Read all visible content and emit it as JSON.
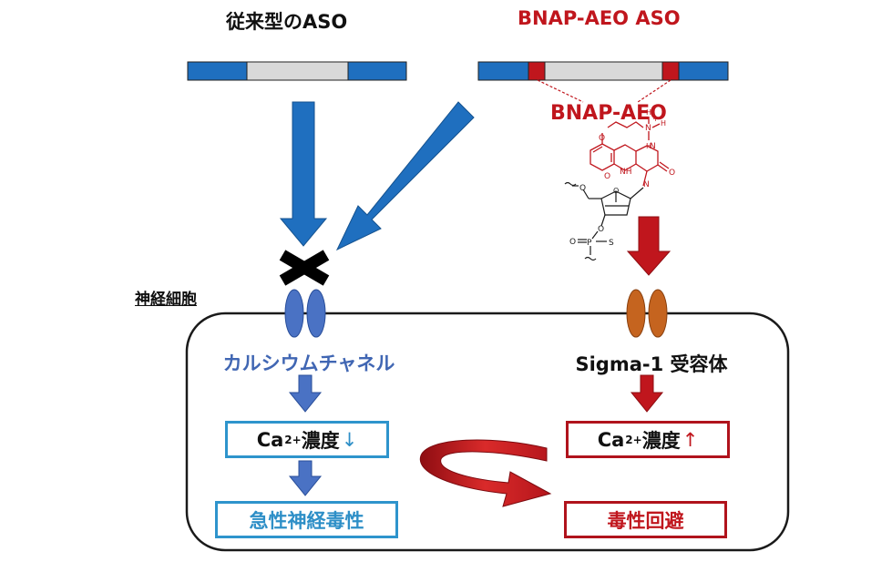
{
  "titles": {
    "conventional": "従来型のASO",
    "bnap": "BNAP-AEO ASO"
  },
  "bnap_label": "BNAP-AEO",
  "neuron_label": "神経細胞",
  "left_pathway": {
    "channel_label": "カルシウムチャネル",
    "ca_text": "Ca",
    "ca_sup": "2+",
    "ca_suffix": " 濃度",
    "ca_arrow": "↓",
    "outcome": "急性神経毒性"
  },
  "right_pathway": {
    "receptor_label": "Sigma-1 受容体",
    "ca_text": "Ca",
    "ca_sup": "2+",
    "ca_suffix": " 濃度",
    "ca_arrow": "↑",
    "outcome": "毒性回避"
  },
  "chem_labels": {
    "nh": "NH",
    "n": "N",
    "o1": "O",
    "o2": "O",
    "o3": "O",
    "o4": "O",
    "o5": "O",
    "n3": "N",
    "h1": "H",
    "h2": "H",
    "h3": "H",
    "plus": "+",
    "p": "P",
    "s": "S"
  },
  "colors": {
    "blue_strand": "#1f6fbf",
    "blue_arrow": "#1f6fbf",
    "blue_small_arrow": "#4a72c4",
    "red": "#c0161d",
    "dark_red": "#9e1016",
    "gray": "#d9d9d9",
    "channel_blue": "#4a72c4",
    "receptor_orange": "#c5641f"
  }
}
